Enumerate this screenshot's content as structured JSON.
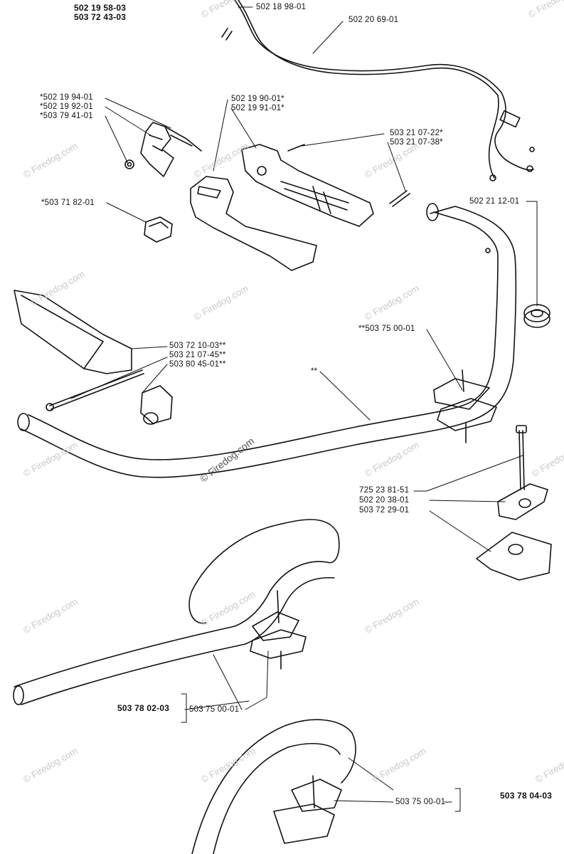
{
  "header": {
    "kit_a": "502 19 58-03",
    "kit_b": "503 72 43-03"
  },
  "parts": [
    {
      "id": "p1",
      "text": "502 18 98-01"
    },
    {
      "id": "p2",
      "text": "502 20 69-01"
    },
    {
      "id": "p3",
      "text": "*502 19 94-01"
    },
    {
      "id": "p4",
      "text": "*502 19 92-01"
    },
    {
      "id": "p5",
      "text": "*503 79 41-01"
    },
    {
      "id": "p6",
      "text": "502 19 90-01*"
    },
    {
      "id": "p7",
      "text": "502 19 91-01*"
    },
    {
      "id": "p8",
      "text": "503 21 07-22*"
    },
    {
      "id": "p9",
      "text": "503 21 07-38*"
    },
    {
      "id": "p10",
      "text": "*503 71 82-01"
    },
    {
      "id": "p11",
      "text": "502 21 12-01"
    },
    {
      "id": "p12",
      "text": "**503 75 00-01"
    },
    {
      "id": "p13",
      "text": "503 72 10-03**"
    },
    {
      "id": "p14",
      "text": "503 21 07-45**"
    },
    {
      "id": "p15",
      "text": "503 80 45-01**"
    },
    {
      "id": "p16",
      "text": "**"
    },
    {
      "id": "p17",
      "text": "725 23 81-51"
    },
    {
      "id": "p18",
      "text": "502 20 38-01"
    },
    {
      "id": "p19",
      "text": "503 72 29-01"
    },
    {
      "id": "p20",
      "text": "503 78 02-03"
    },
    {
      "id": "p21",
      "text": "503 75 00-01"
    },
    {
      "id": "p22",
      "text": "503 78 04-03"
    },
    {
      "id": "p23",
      "text": "503 75 00-01"
    }
  ],
  "watermark": "© Firedog.com",
  "center_watermark": "© Firedog.com"
}
